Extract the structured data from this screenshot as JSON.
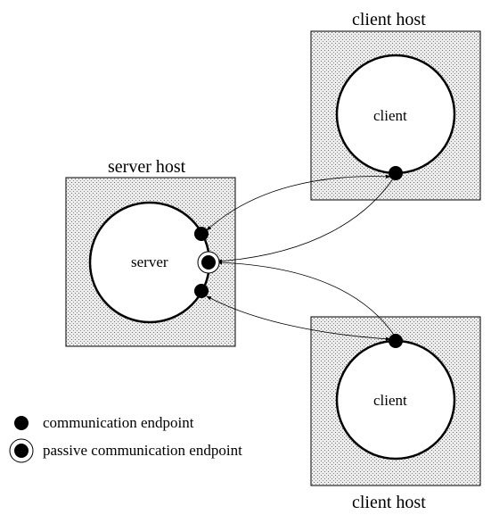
{
  "hosts": {
    "server": {
      "label": "server host",
      "process": "server"
    },
    "client_top": {
      "label": "client host",
      "process": "client"
    },
    "client_bottom": {
      "label": "client host",
      "process": "client"
    }
  },
  "legend": {
    "endpoint": "communication endpoint",
    "passive_endpoint": "passive communication endpoint"
  },
  "colors": {
    "host_fill": "#e4e4e4",
    "host_dots": "#777777",
    "outline": "#000000",
    "background": "#ffffff"
  }
}
